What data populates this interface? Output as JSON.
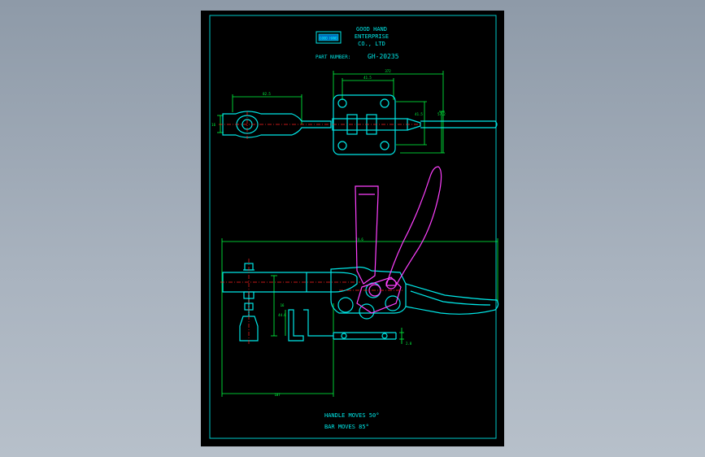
{
  "colors": {
    "background": "#000000",
    "border": "#00c8c8",
    "outline": "#00e6e6",
    "dimension": "#00ff40",
    "handle": "#ff40ff",
    "centerline": "#ff2020",
    "text": "#00e6e6"
  },
  "title_block": {
    "logo_text": "GOOD HAND",
    "company_line1": "GOOD HAND",
    "company_line2": "ENTERPRISE",
    "company_line3": "CO., LTD",
    "part_number_label": "PART NUMBER:",
    "part_number": "GH-20235"
  },
  "dimensions": {
    "top_overall": "372",
    "top_bolt_spacing": "41.5",
    "left_arm": "82.5",
    "left_height": "16",
    "right_small": "41.5",
    "right_large": "57.2",
    "side_overall": "74.6",
    "side_height": "16",
    "side_base": "44.6",
    "side_base_thk": "2.8",
    "side_bottom": "107"
  },
  "notes": {
    "handle_moves": "HANDLE MOVES 50°",
    "bar_moves": "BAR MOVES 85°"
  }
}
